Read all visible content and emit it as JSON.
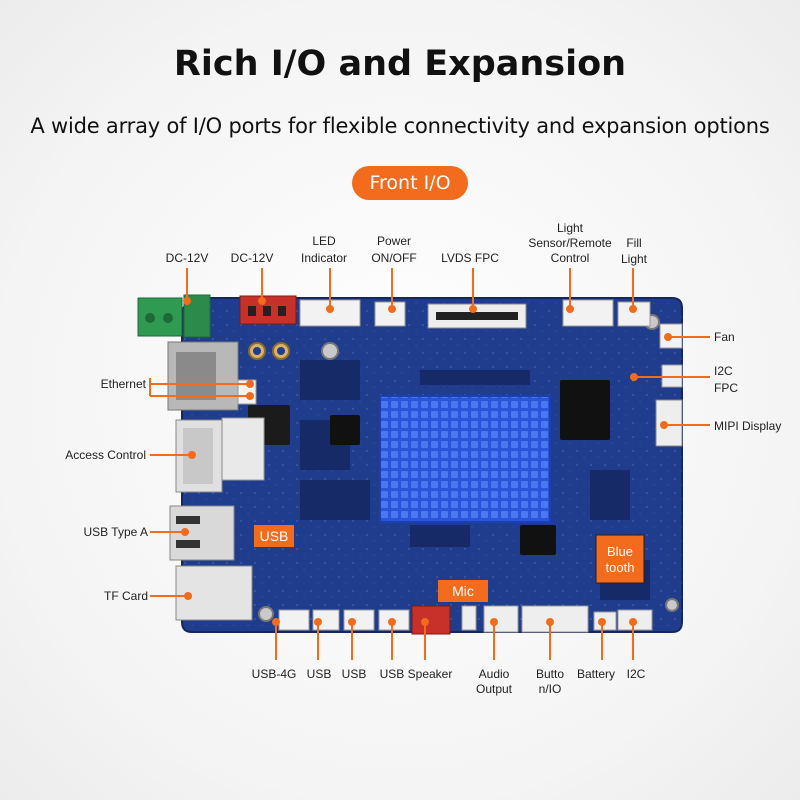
{
  "title": "Rich I/O and Expansion",
  "subtitle": "A wide array of I/O ports for flexible connectivity and expansion options",
  "section_badge": "Front I/O",
  "colors": {
    "accent": "#f36b1c",
    "board": "#1f3d8c",
    "heatsink": "#2a5ee0",
    "text": "#222222"
  },
  "labels": {
    "dc12v_green": "DC-12V",
    "dc12v_red": "DC-12V",
    "led_indicator": [
      "LED",
      "Indicator"
    ],
    "power": [
      "Power",
      "ON/OFF"
    ],
    "lvds": "LVDS FPC",
    "light_sensor": [
      "Light",
      "Sensor/Remote",
      "Control"
    ],
    "fill_light": [
      "Fill",
      "Light"
    ],
    "fan": "Fan",
    "i2c_fpc": [
      "I2C",
      "FPC"
    ],
    "mipi": "MIPI Display",
    "ethernet": "Ethernet",
    "access_control": "Access Control",
    "usb_type_a": "USB Type A",
    "tf_card": "TF Card",
    "usb_4g": "USB-4G",
    "usb1": "USB",
    "usb2": "USB",
    "usb_speaker": "USB Speaker",
    "audio_output": [
      "Audio",
      "Output"
    ],
    "button_io": [
      "Butto",
      "n/IO"
    ],
    "battery": "Battery",
    "i2c": "I2C"
  },
  "board_badges": {
    "usb": "USB",
    "mic": "Mic",
    "bluetooth": [
      "Blue",
      "tooth"
    ]
  },
  "icons": {
    "mount_hole": "circle",
    "connector": "rectangle"
  }
}
